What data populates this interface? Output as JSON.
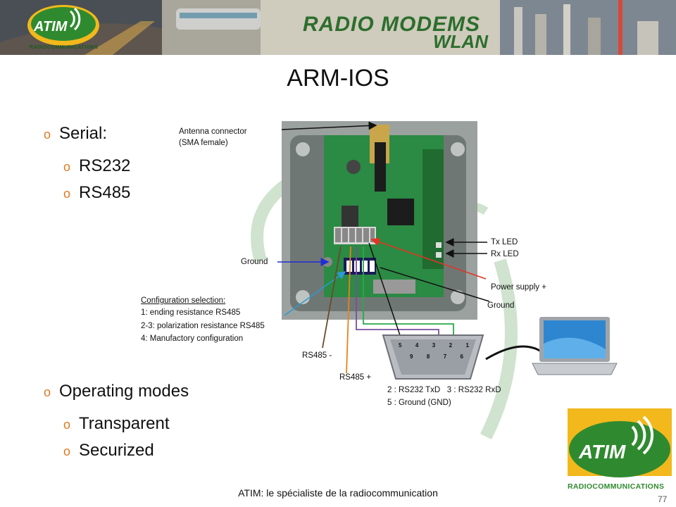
{
  "banner": {
    "logo_text": "ATIM",
    "logo_sub": "RADIOCOMMUNICATIONS",
    "headline_1": "RADIO MODEMS",
    "headline_2": "WLAN"
  },
  "slide": {
    "title": "ARM-IOS",
    "serial_heading": "Serial:",
    "serial_items": [
      "RS232",
      "RS485"
    ],
    "modes_heading": "Operating modes",
    "modes_items": [
      "Transparent",
      "Securized"
    ]
  },
  "annotations": {
    "antenna_1": "Antenna connector",
    "antenna_2": "(SMA female)",
    "ground_left": "Ground",
    "tx_led": "Tx LED",
    "rx_led": "Rx LED",
    "power_supply": "Power supply +",
    "ground_right": "Ground",
    "config_title": "Configuration selection:",
    "config_1": "1: ending resistance RS485",
    "config_2": "2-3: polarization resistance RS485",
    "config_3": "4: Manufactory configuration",
    "rs485_minus": "RS485 -",
    "rs485_plus": "RS485 +",
    "pin_line_1": "2 : RS232 TxD   3 : RS232 RxD",
    "pin_line_2": "5 : Ground (GND)",
    "db9_top": [
      "5",
      "4",
      "3",
      "2",
      "1"
    ],
    "db9_bottom": [
      "9",
      "8",
      "7",
      "6"
    ]
  },
  "footer": {
    "text": "ATIM: le spécialiste de la radiocommunication",
    "page": "77"
  },
  "colors": {
    "accent_orange": "#e07a1f",
    "logo_green": "#2f8a2f",
    "logo_yellow": "#f2b81c",
    "arrow_red": "#e63322",
    "arrow_blue": "#1f2fd1",
    "arrow_cyan": "#2a9bd0",
    "wire_orange": "#e8821e",
    "wire_brown": "#6b4a2a",
    "wire_purple": "#7a4fa0",
    "wire_green": "#2aa84a"
  }
}
